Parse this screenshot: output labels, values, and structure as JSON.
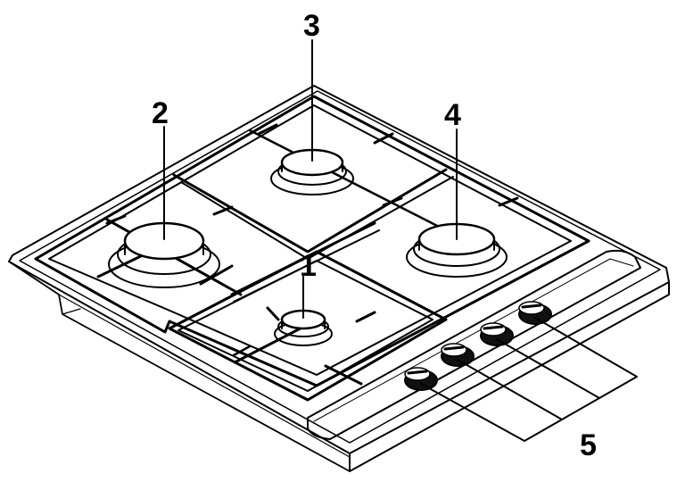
{
  "callouts": [
    {
      "id": "burner-1",
      "label": "1"
    },
    {
      "id": "burner-2",
      "label": "2"
    },
    {
      "id": "burner-3",
      "label": "3"
    },
    {
      "id": "burner-4",
      "label": "4"
    },
    {
      "id": "control-knobs",
      "label": "5"
    }
  ],
  "colors": {
    "line": "#000000",
    "background": "#ffffff",
    "knob": "#111111"
  }
}
